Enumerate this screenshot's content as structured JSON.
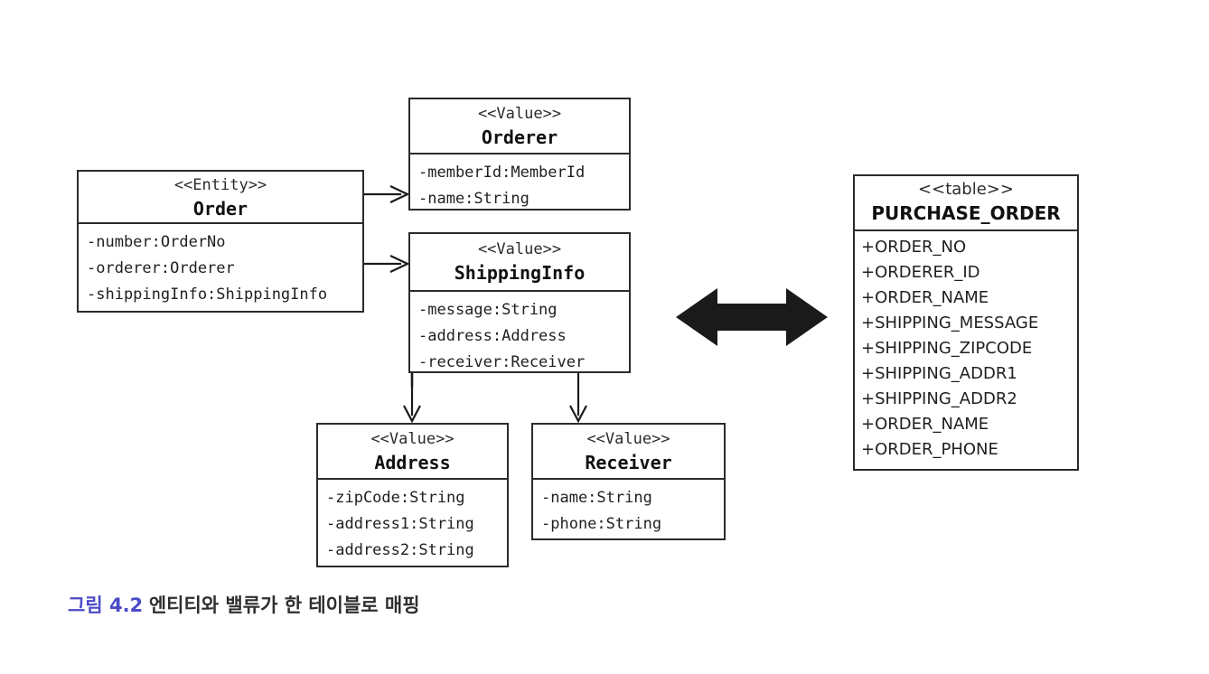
{
  "figure": {
    "caption_label": "그림 4.2",
    "caption_text": "엔티티와 밸류가 한 테이블로 매핑",
    "caption_label_color": "#4b4bc8",
    "caption_text_color": "#2e2e2e"
  },
  "theme": {
    "background": "#ffffff",
    "box_border": "#2b2b2b",
    "text": "#1a1a1a",
    "arrow": "#1a1a1a",
    "block_arrow_fill": "#1a1a1a"
  },
  "boxes": {
    "order": {
      "stereotype": "<<Entity>>",
      "name": "Order",
      "attributes": [
        "-number:OrderNo",
        "-orderer:Orderer",
        "-shippingInfo:ShippingInfo"
      ]
    },
    "orderer": {
      "stereotype": "<<Value>>",
      "name": "Orderer",
      "attributes": [
        "-memberId:MemberId",
        "-name:String"
      ]
    },
    "shippinginfo": {
      "stereotype": "<<Value>>",
      "name": "ShippingInfo",
      "attributes": [
        "-message:String",
        "-address:Address",
        "-receiver:Receiver"
      ]
    },
    "address": {
      "stereotype": "<<Value>>",
      "name": "Address",
      "attributes": [
        "-zipCode:String",
        "-address1:String",
        "-address2:String"
      ]
    },
    "receiver": {
      "stereotype": "<<Value>>",
      "name": "Receiver",
      "attributes": [
        "-name:String",
        "-phone:String"
      ]
    },
    "purchase_order": {
      "stereotype": "<<table>>",
      "name": "PURCHASE_ORDER",
      "attributes": [
        "+ORDER_NO",
        "+ORDERER_ID",
        "+ORDER_NAME",
        "+SHIPPING_MESSAGE",
        "+SHIPPING_ZIPCODE",
        "+SHIPPING_ADDR1",
        "+SHIPPING_ADDR2",
        "+ORDER_NAME",
        "+ORDER_PHONE"
      ]
    }
  },
  "connectors": [
    {
      "name": "order-to-orderer",
      "from": "order",
      "to": "orderer",
      "style": "open-arrow",
      "direction": "right"
    },
    {
      "name": "order-to-shippinginfo",
      "from": "order",
      "to": "shippinginfo",
      "style": "open-arrow",
      "direction": "right"
    },
    {
      "name": "shippinginfo-to-address",
      "from": "shippinginfo",
      "to": "address",
      "style": "open-arrow",
      "direction": "down"
    },
    {
      "name": "shippinginfo-to-receiver",
      "from": "shippinginfo",
      "to": "receiver",
      "style": "open-arrow",
      "direction": "down"
    },
    {
      "name": "model-to-table-mapping",
      "from": "domain-model",
      "to": "purchase_order",
      "style": "block-double-arrow",
      "direction": "both"
    }
  ]
}
